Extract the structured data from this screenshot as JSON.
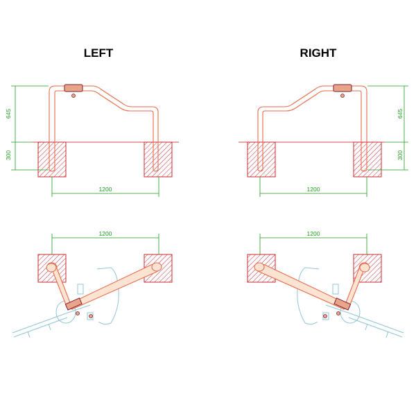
{
  "titles": {
    "left": "LEFT",
    "right": "RIGHT"
  },
  "dimensions": {
    "height_upper": "645",
    "depth": "300",
    "width_elevation": "1200",
    "width_plan": "1200"
  },
  "colors": {
    "pipe": "#e86a4a",
    "dimension": "#1e9a1e",
    "foundation": "#c8282f",
    "bike": "#8fc4d6"
  }
}
